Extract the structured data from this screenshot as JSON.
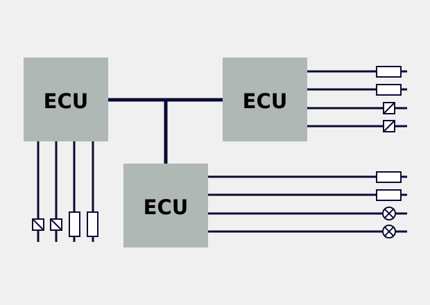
{
  "colors": {
    "background": "#f0f0f0",
    "ecu_fill": "#b0b8b6",
    "wire": "#0a0a33",
    "component_fill": "#ffffff"
  },
  "ecus": [
    {
      "label": "ECU"
    },
    {
      "label": "ECU"
    },
    {
      "label": "ECU"
    }
  ],
  "components": {
    "left_ecu_bottom": [
      "sensor-icon",
      "sensor-icon",
      "resistor-icon",
      "resistor-icon"
    ],
    "right_ecu_outputs": [
      "resistor-icon",
      "resistor-icon",
      "sensor-icon",
      "sensor-icon"
    ],
    "bottom_ecu_outputs": [
      "resistor-icon",
      "resistor-icon",
      "lamp-icon",
      "lamp-icon"
    ]
  }
}
